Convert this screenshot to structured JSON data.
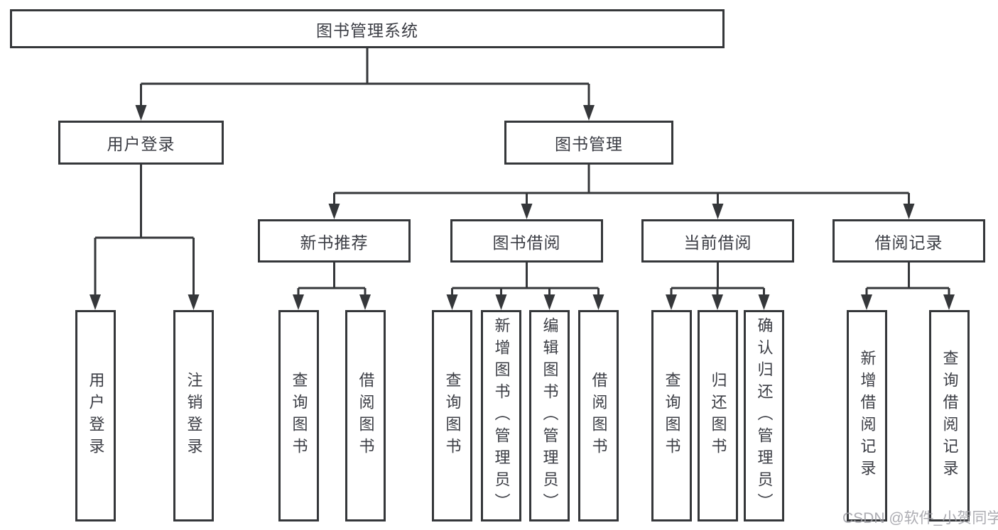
{
  "diagram": {
    "root": {
      "label": "图书管理系统"
    },
    "level2": [
      {
        "label": "用户登录"
      },
      {
        "label": "图书管理"
      }
    ],
    "level3": [
      {
        "label": "新书推荐"
      },
      {
        "label": "图书借阅"
      },
      {
        "label": "当前借阅"
      },
      {
        "label": "借阅记录"
      }
    ],
    "leaves": [
      {
        "label": "用户登录"
      },
      {
        "label": "注销登录"
      },
      {
        "label": "查询图书"
      },
      {
        "label": "借阅图书"
      },
      {
        "label": "查询图书"
      },
      {
        "label": "新增图书（管理员）"
      },
      {
        "label": "编辑图书（管理员）"
      },
      {
        "label": "借阅图书"
      },
      {
        "label": "查询图书"
      },
      {
        "label": "归还图书"
      },
      {
        "label": "确认归还（管理员）"
      },
      {
        "label": "新增借阅记录"
      },
      {
        "label": "查询借阅记录"
      }
    ]
  },
  "watermark": {
    "text": "CSDN @软件_小贺同学"
  },
  "colors": {
    "stroke": "#35373a",
    "node_text": "#3b3d44",
    "background": "#ffffff",
    "watermark": "#9e9ea5"
  }
}
